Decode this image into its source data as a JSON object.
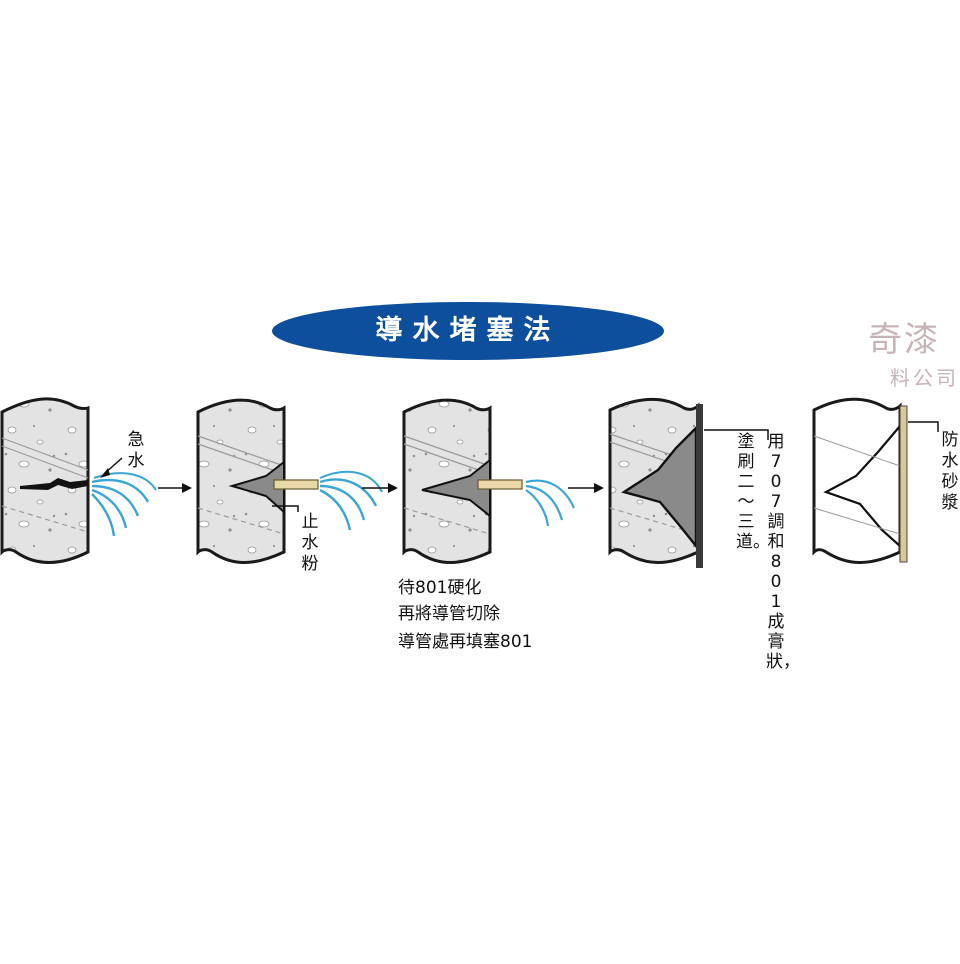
{
  "title": "導水堵塞法",
  "labels": {
    "step1": "急水",
    "step2": "止水粉",
    "step3_line1": "待801硬化",
    "step3_line2": "再將導管切除",
    "step3_line3": "導管處再填塞801",
    "step4_col1": "用707調和801成膏狀，",
    "step4_col2": "塗刷二～三道。",
    "step5": "防水砂漿"
  },
  "watermark": {
    "line1": "奇漆",
    "line2": "料公司"
  },
  "colors": {
    "banner": "#0d4f9c",
    "water": "#3aa6d8",
    "wall_fill": "#e3e3e3",
    "wall_stroke": "#1a1a1a",
    "plug": "#8a8a8a",
    "pipe": "#e9d9a8",
    "coating": "#3a3a3a",
    "mortar": "#d8c89a"
  }
}
